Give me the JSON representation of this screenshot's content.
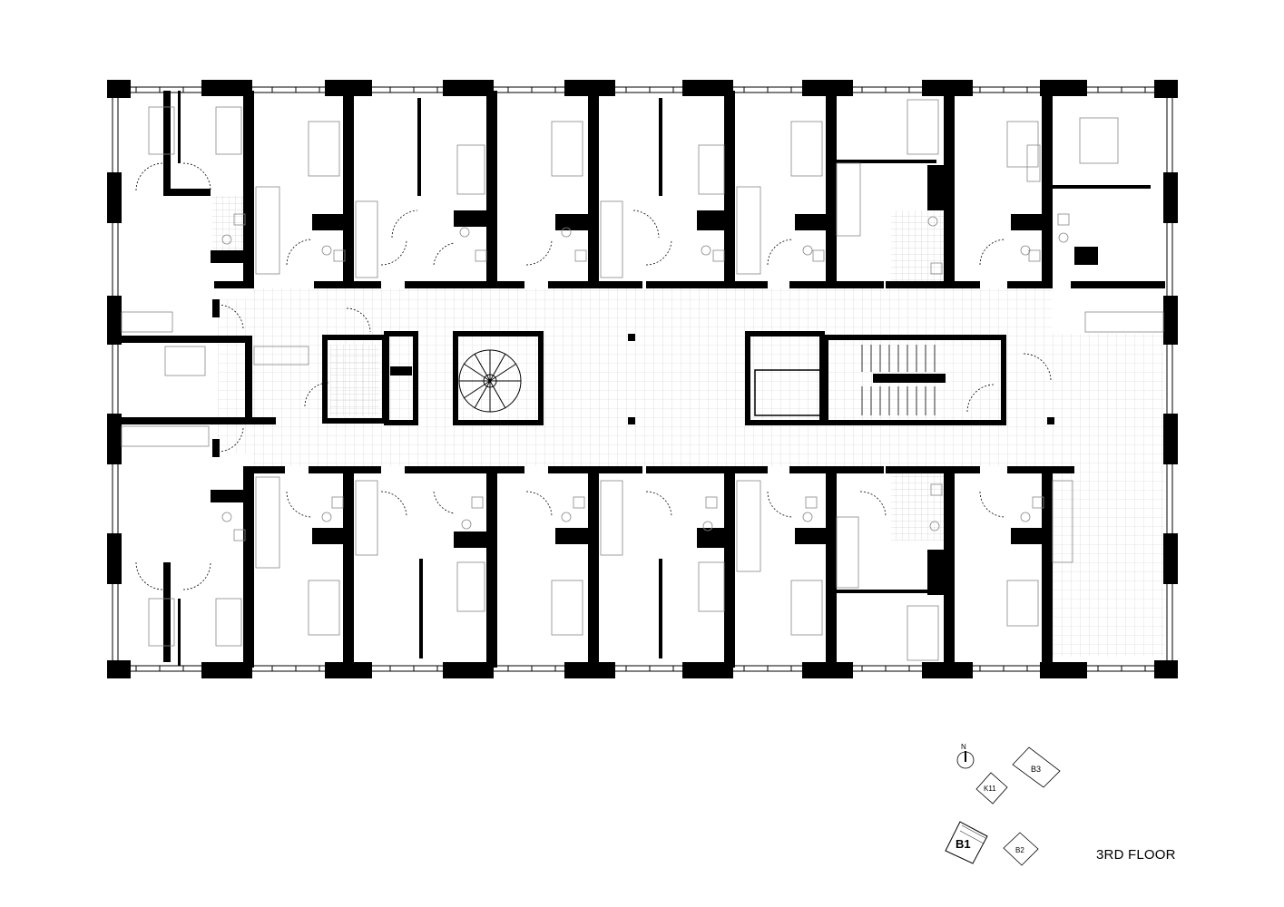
{
  "drawing": {
    "floor_label": "3RD FLOOR",
    "wall_color": "#000000",
    "grid_color": "#cccccc",
    "fixture_color": "#888888"
  },
  "key_plan": {
    "north_label": "N",
    "buildings": [
      {
        "label": "B3",
        "highlighted": false
      },
      {
        "label": "K11",
        "highlighted": false
      },
      {
        "label": "B1",
        "highlighted": true
      },
      {
        "label": "B2",
        "highlighted": false
      }
    ]
  }
}
